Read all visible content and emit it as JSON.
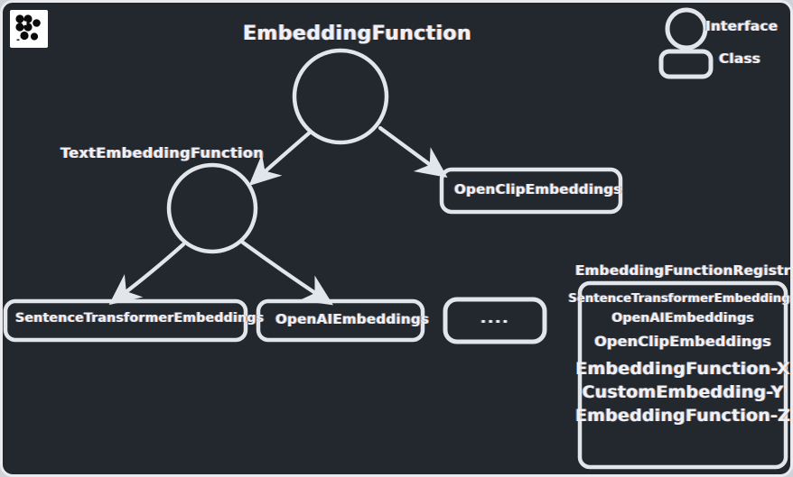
{
  "diagram": {
    "title": "EmbeddingFunction",
    "background_color": "#23272e",
    "stroke_color": "#e9ebee",
    "text_color": "#eef1f5"
  },
  "logo": {
    "name": "lancedb-logo"
  },
  "legend": {
    "interface_label": "Interface",
    "class_label": "Class"
  },
  "nodes": {
    "root_interface": "EmbeddingFunction",
    "text_interface": "TextEmbeddingFunction",
    "openclip": "OpenClipEmbeddings",
    "sentence_transformer": "SentenceTransformerEmbeddings",
    "openai": "OpenAIEmbeddings",
    "ellipsis": "...."
  },
  "registry": {
    "title": "EmbeddingFunctionRegistry",
    "items": [
      "SentenceTransformerEmbeddings",
      "OpenAIEmbeddings",
      "OpenClipEmbeddings",
      "EmbeddingFunction-X",
      "CustomEmbedding-Y",
      "EmbeddingFunction-Z"
    ]
  }
}
